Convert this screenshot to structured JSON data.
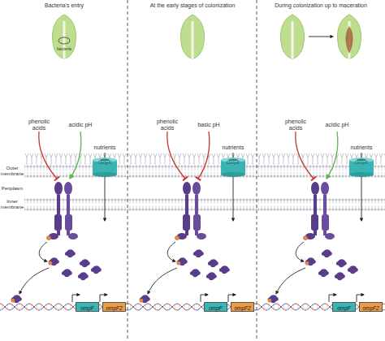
{
  "diagram": {
    "nodes": [
      {
        "text": [
          "Bacteria's entry"
        ]
      },
      {
        "text": [
          "OmpF"
        ],
        "in": 0
      },
      {
        "text": [
          "ompF"
        ],
        "in": 0
      },
      {
        "text": [
          "ompF2"
        ],
        "in": 0
      },
      {
        "text": [
          "At the early stages of colonization"
        ]
      },
      {
        "text": [
          "OmpF"
        ],
        "in": 4
      },
      {
        "text": [
          "ompF"
        ],
        "in": 4
      },
      {
        "text": [
          "ompF2"
        ],
        "in": 4
      },
      {
        "text": [
          "During colonization up to maceration"
        ]
      },
      {
        "text": [
          "OmpF"
        ],
        "in": 8
      },
      {
        "text": [
          "ompF"
        ],
        "in": 8
      },
      {
        "text": [
          "ompF2"
        ],
        "in": 8
      }
    ],
    "labels": [
      "bacteria",
      "Outer membrane",
      "Periplasm",
      "Inner membrane",
      "phenolic acids",
      "acidic pH",
      "nutrients",
      "phenolic acids",
      "basic pH",
      "nutrients",
      "phenolic acids",
      "acidic pH",
      "nutrients"
    ]
  }
}
